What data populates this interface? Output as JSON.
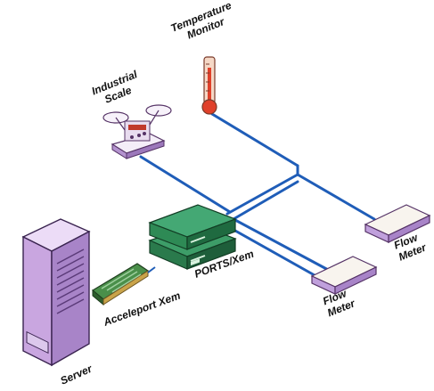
{
  "labels": {
    "temperature_monitor": [
      "Temperature",
      "Monitor"
    ],
    "industrial_scale": [
      "Industrial",
      "Scale"
    ],
    "ports": "PORTS/Xem",
    "acceleport": "Acceleport Xem",
    "server": "Server",
    "flow_meter_right": [
      "Flow",
      "Meter"
    ],
    "flow_meter_bottom": [
      "Flow",
      "Meter"
    ]
  },
  "colors": {
    "cable": "#1f5db8",
    "server_purple": "#c9a6e0",
    "server_shade": "#a884c8",
    "server_light": "#ecdcf7",
    "ports_green": "#2e8a55",
    "ports_dark": "#1e6a3f",
    "card_green": "#3a7d3a",
    "thermometer_red": "#e0402a",
    "device_cream": "#f8f4ee",
    "device_purple": "#c0a0dc"
  }
}
